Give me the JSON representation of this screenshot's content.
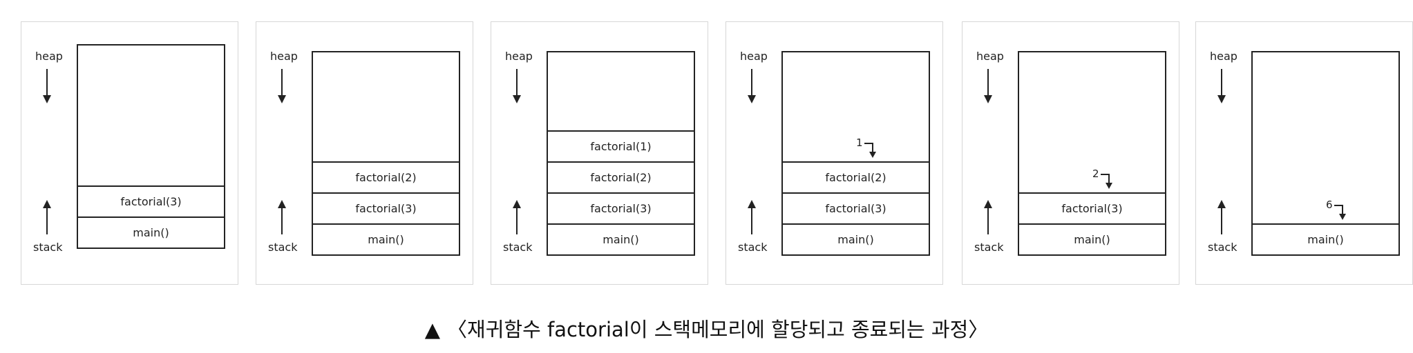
{
  "labels": {
    "heap": "heap",
    "stack": "stack"
  },
  "panels": [
    {
      "frames": [
        "factorial(3)",
        "main()"
      ],
      "return_value": ""
    },
    {
      "frames": [
        "factorial(2)",
        "factorial(3)",
        "main()"
      ],
      "return_value": ""
    },
    {
      "frames": [
        "factorial(1)",
        "factorial(2)",
        "factorial(3)",
        "main()"
      ],
      "return_value": ""
    },
    {
      "frames": [
        "factorial(2)",
        "factorial(3)",
        "main()"
      ],
      "return_value": "1"
    },
    {
      "frames": [
        "factorial(3)",
        "main()"
      ],
      "return_value": "2"
    },
    {
      "frames": [
        "main()"
      ],
      "return_value": "6"
    }
  ],
  "caption": {
    "marker": "▲",
    "text": "〈재귀함수 factorial이 스택메모리에 할당되고 종료되는 과정〉"
  }
}
